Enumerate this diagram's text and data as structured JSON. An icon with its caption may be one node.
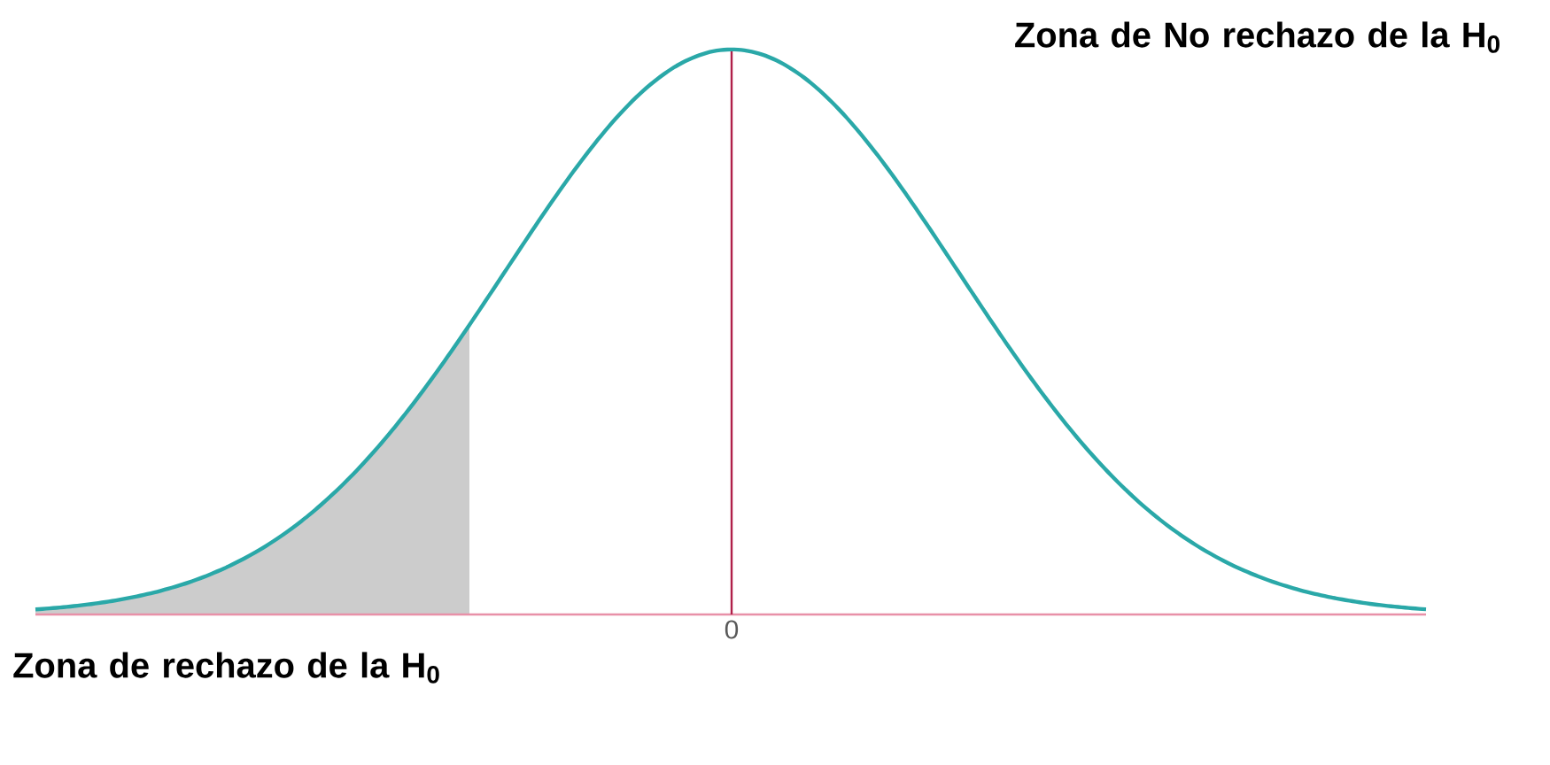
{
  "diagram": {
    "labels": [
      "Zona de No rechazo de la H$_{0}$",
      "0",
      "Zona de rechazo de la H$_{0}$"
    ]
  }
}
